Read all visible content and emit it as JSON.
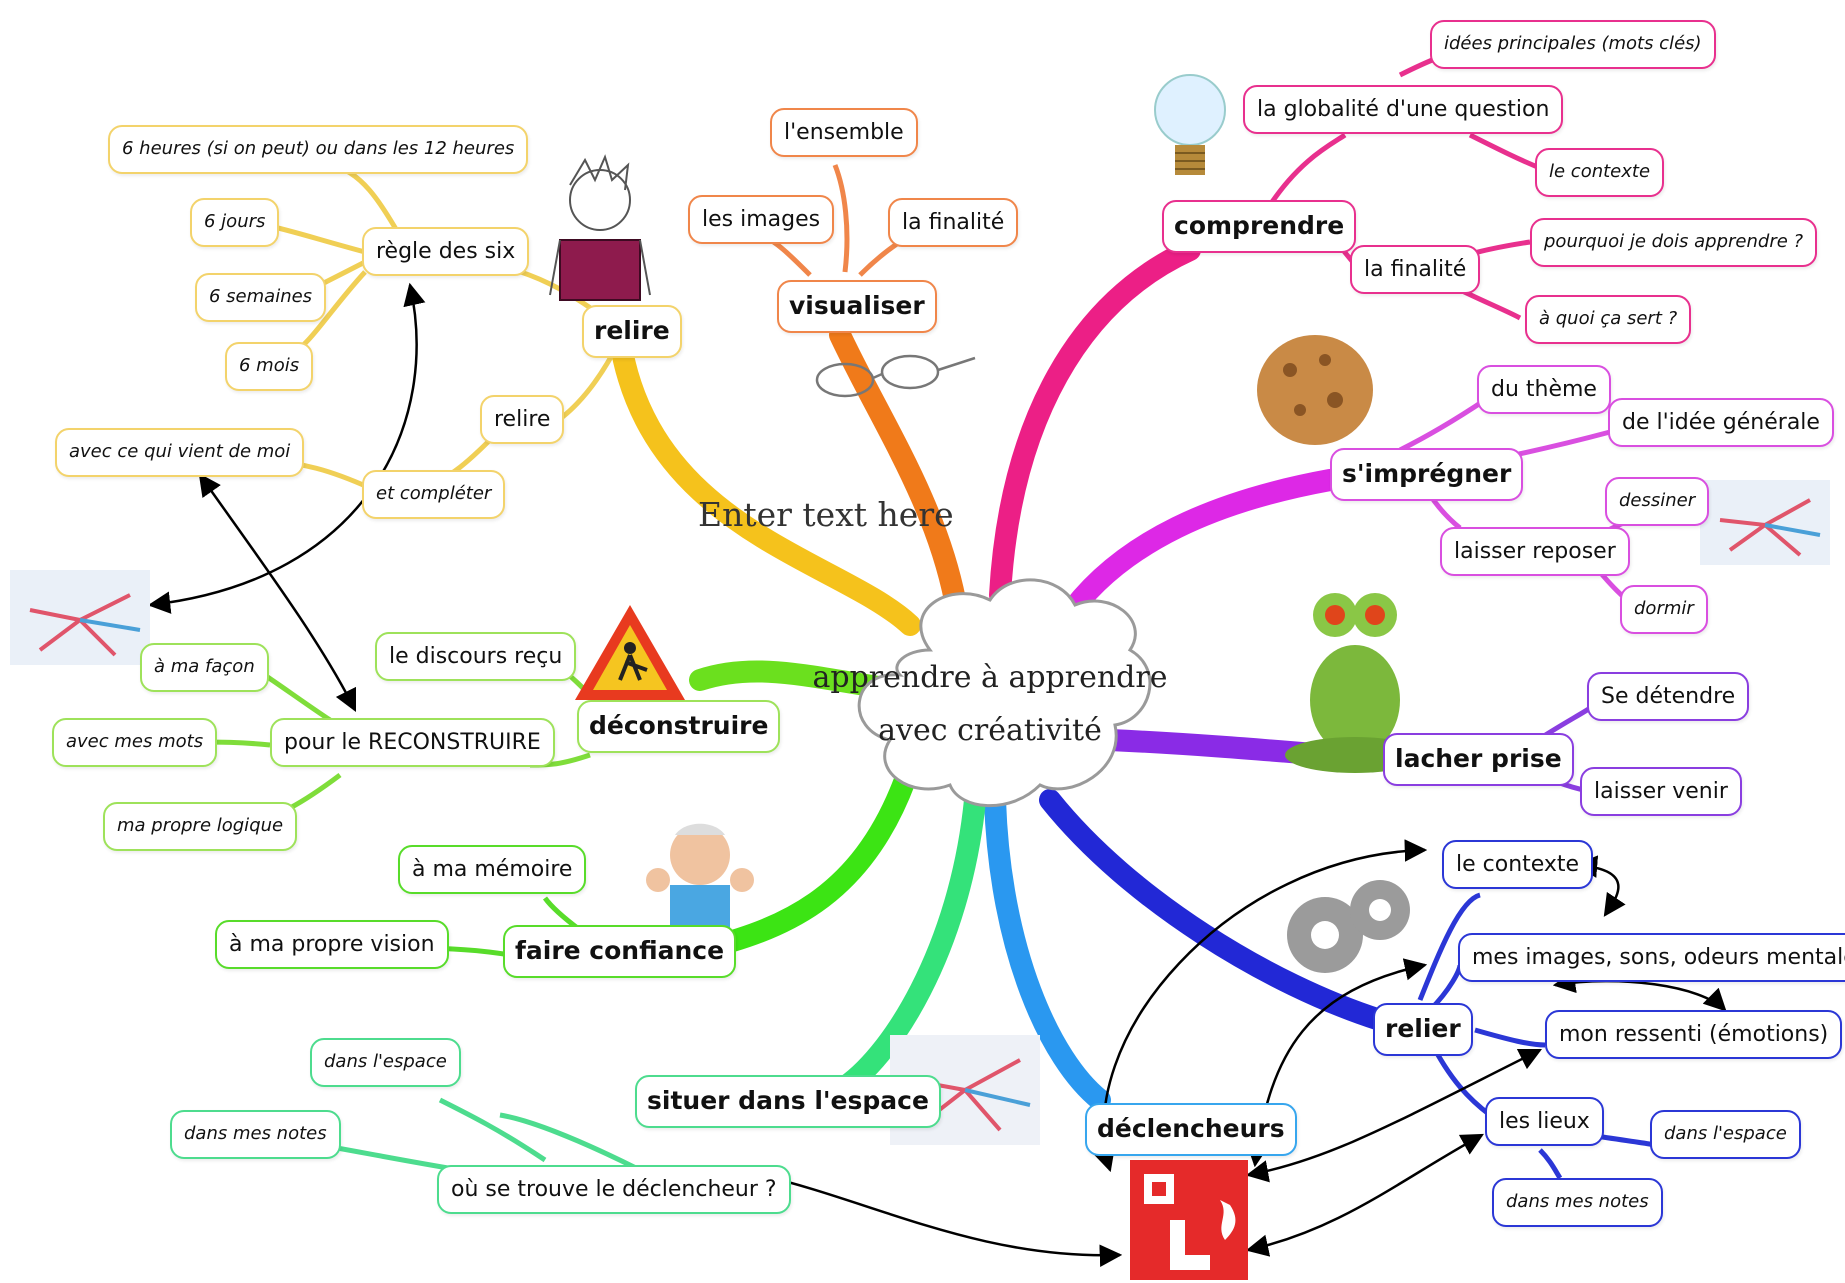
{
  "center": {
    "line1": "apprendre à apprendre",
    "line2": "avec créativité"
  },
  "floating_text": "Enter text here",
  "colors": {
    "yellow": "#f3d36b",
    "orange": "#f0864a",
    "pink": "#e8308e",
    "magenta": "#d94fe0",
    "purple": "#8a3ee0",
    "blue": "#2b37d6",
    "light_blue": "#37a6ee",
    "teal": "#4ddc8e",
    "green": "#58dc2a",
    "light_green": "#9ee25a"
  },
  "branches": {
    "relire": {
      "label": "relire",
      "regle": {
        "label": "règle des six",
        "items": [
          "6 heures (si on peut) ou dans les 12 heures",
          "6 jours",
          "6 semaines",
          "6 mois"
        ]
      },
      "relire2": {
        "label": "relire",
        "item": "et compléter",
        "sub": "avec ce qui vient de moi"
      }
    },
    "visualiser": {
      "label": "visualiser",
      "items": [
        "l'ensemble",
        "les images",
        "la finalité"
      ]
    },
    "comprendre": {
      "label": "comprendre",
      "globalite": {
        "label": "la globalité d'une question",
        "items": [
          "idées principales (mots clés)",
          "le contexte"
        ]
      },
      "finalite": {
        "label": "la finalité",
        "items": [
          "pourquoi je dois apprendre ?",
          "à quoi ça sert ?"
        ]
      }
    },
    "impregner": {
      "label": "s'imprégner",
      "items": [
        "du thème",
        "de l'idée générale"
      ],
      "reposer": {
        "label": "laisser reposer",
        "items": [
          "dessiner",
          "dormir"
        ]
      }
    },
    "lacher": {
      "label": "lacher prise",
      "items": [
        "Se détendre",
        "laisser venir"
      ]
    },
    "relier": {
      "label": "relier",
      "items": [
        "le contexte",
        "mes images, sons, odeurs mentales",
        "mon ressenti (émotions)"
      ],
      "lieux": {
        "label": "les lieux",
        "items": [
          "dans l'espace",
          "dans mes notes"
        ]
      }
    },
    "declencheurs": {
      "label": "déclencheurs"
    },
    "situer": {
      "label": "situer dans l'espace",
      "trouve": {
        "label": "où se trouve le déclencheur ?",
        "items": [
          "dans l'espace",
          "dans mes notes"
        ]
      }
    },
    "confiance": {
      "label": "faire confiance",
      "items": [
        "à ma mémoire",
        "à ma propre vision"
      ]
    },
    "deconstruire": {
      "label": "déconstruire",
      "item": "le discours reçu",
      "reconstruire": {
        "label": "pour le RECONSTRUIRE",
        "items": [
          "à ma façon",
          "avec mes mots",
          "ma propre logique"
        ]
      }
    }
  }
}
